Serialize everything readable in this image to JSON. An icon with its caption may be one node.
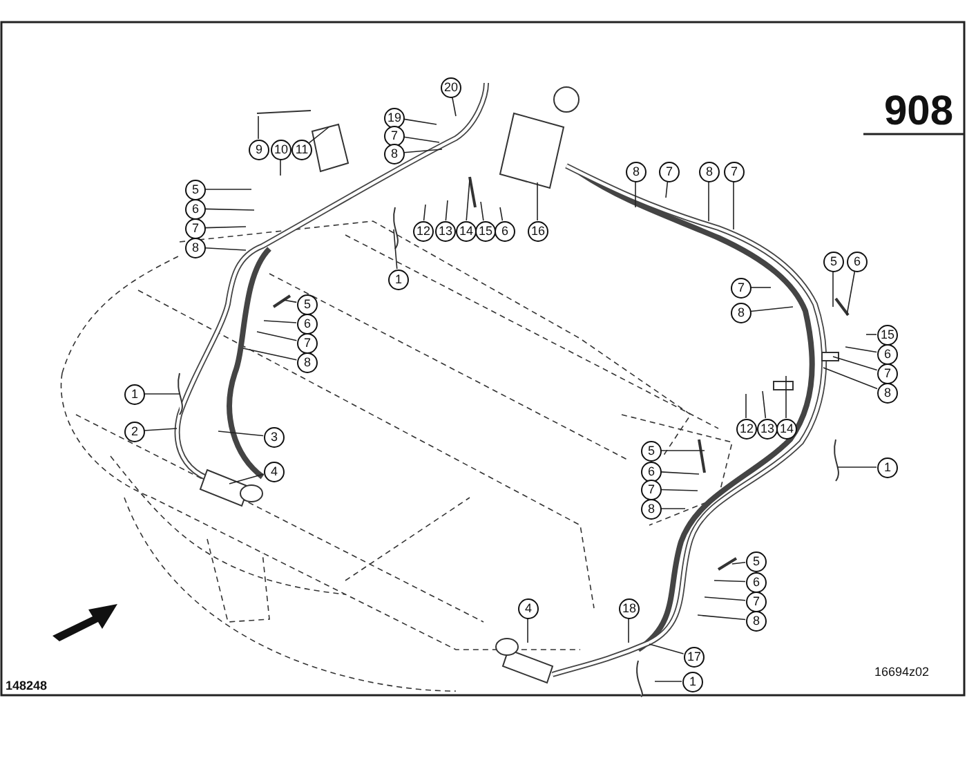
{
  "diagram": {
    "nodes": [
      {
        "text": [
          "20"
        ]
      },
      {
        "text": [
          "19"
        ]
      },
      {
        "text": [
          "7"
        ]
      },
      {
        "text": [
          "8"
        ]
      },
      {
        "text": [
          "9"
        ]
      },
      {
        "text": [
          "10"
        ]
      },
      {
        "text": [
          "11"
        ]
      },
      {
        "text": [
          "5"
        ]
      },
      {
        "text": [
          "6"
        ]
      },
      {
        "text": [
          "7"
        ]
      },
      {
        "text": [
          "8"
        ]
      },
      {
        "text": [
          "12"
        ]
      },
      {
        "text": [
          "13"
        ]
      },
      {
        "text": [
          "14"
        ]
      },
      {
        "text": [
          "15"
        ]
      },
      {
        "text": [
          "6"
        ]
      },
      {
        "text": [
          "16"
        ]
      },
      {
        "text": [
          "8"
        ]
      },
      {
        "text": [
          "7"
        ]
      },
      {
        "text": [
          "8"
        ]
      },
      {
        "text": [
          "7"
        ]
      },
      {
        "text": [
          "5"
        ]
      },
      {
        "text": [
          "6"
        ]
      },
      {
        "text": [
          "1"
        ]
      },
      {
        "text": [
          "7"
        ]
      },
      {
        "text": [
          "8"
        ]
      },
      {
        "text": [
          "5"
        ]
      },
      {
        "text": [
          "6"
        ]
      },
      {
        "text": [
          "7"
        ]
      },
      {
        "text": [
          "8"
        ]
      },
      {
        "text": [
          "15"
        ]
      },
      {
        "text": [
          "6"
        ]
      },
      {
        "text": [
          "7"
        ]
      },
      {
        "text": [
          "8"
        ]
      },
      {
        "text": [
          "1"
        ]
      },
      {
        "text": [
          "12"
        ]
      },
      {
        "text": [
          "13"
        ]
      },
      {
        "text": [
          "14"
        ]
      },
      {
        "text": [
          "2"
        ]
      },
      {
        "text": [
          "3"
        ]
      },
      {
        "text": [
          "5"
        ]
      },
      {
        "text": [
          "1"
        ]
      },
      {
        "text": [
          "4"
        ]
      },
      {
        "text": [
          "6"
        ]
      },
      {
        "text": [
          "7"
        ]
      },
      {
        "text": [
          "8"
        ]
      },
      {
        "text": [
          "5"
        ]
      },
      {
        "text": [
          "6"
        ]
      },
      {
        "text": [
          "7"
        ]
      },
      {
        "text": [
          "4"
        ]
      },
      {
        "text": [
          "18"
        ]
      },
      {
        "text": [
          "8"
        ]
      },
      {
        "text": [
          "17"
        ]
      },
      {
        "text": [
          "1"
        ]
      }
    ],
    "edges": [
      {
        "from": 0,
        "to": null,
        "arrow": "none"
      },
      {
        "from": 1,
        "to": null,
        "arrow": "none"
      },
      {
        "from": 2,
        "to": null,
        "arrow": "none"
      },
      {
        "from": 3,
        "to": null,
        "arrow": "none"
      },
      {
        "from": 4,
        "to": null,
        "arrow": "none"
      },
      {
        "from": 5,
        "to": null,
        "arrow": "none"
      },
      {
        "from": 6,
        "to": null,
        "arrow": "none"
      },
      {
        "from": 7,
        "to": null,
        "arrow": "none"
      },
      {
        "from": 8,
        "to": null,
        "arrow": "none"
      },
      {
        "from": 9,
        "to": null,
        "arrow": "none"
      },
      {
        "from": 10,
        "to": null,
        "arrow": "none"
      },
      {
        "from": 11,
        "to": null,
        "arrow": "none"
      },
      {
        "from": 12,
        "to": null,
        "arrow": "none"
      },
      {
        "from": 13,
        "to": null,
        "arrow": "none"
      },
      {
        "from": 14,
        "to": null,
        "arrow": "none"
      },
      {
        "from": 15,
        "to": null,
        "arrow": "none"
      },
      {
        "from": 16,
        "to": null,
        "arrow": "none"
      },
      {
        "from": 17,
        "to": null,
        "arrow": "none"
      },
      {
        "from": 18,
        "to": null,
        "arrow": "none"
      },
      {
        "from": 19,
        "to": null,
        "arrow": "none"
      },
      {
        "from": 20,
        "to": null,
        "arrow": "none"
      },
      {
        "from": 21,
        "to": null,
        "arrow": "none"
      },
      {
        "from": 22,
        "to": null,
        "arrow": "none"
      },
      {
        "from": 23,
        "to": null,
        "arrow": "none"
      },
      {
        "from": 24,
        "to": null,
        "arrow": "none"
      },
      {
        "from": 25,
        "to": null,
        "arrow": "none"
      },
      {
        "from": 26,
        "to": null,
        "arrow": "none"
      },
      {
        "from": 27,
        "to": null,
        "arrow": "none"
      },
      {
        "from": 28,
        "to": null,
        "arrow": "none"
      },
      {
        "from": 29,
        "to": null,
        "arrow": "none"
      },
      {
        "from": 30,
        "to": null,
        "arrow": "none"
      },
      {
        "from": 31,
        "to": null,
        "arrow": "none"
      },
      {
        "from": 32,
        "to": null,
        "arrow": "none"
      },
      {
        "from": 33,
        "to": null,
        "arrow": "none"
      },
      {
        "from": 34,
        "to": null,
        "arrow": "none"
      },
      {
        "from": 35,
        "to": null,
        "arrow": "none"
      },
      {
        "from": 36,
        "to": null,
        "arrow": "none"
      },
      {
        "from": 37,
        "to": null,
        "arrow": "none"
      },
      {
        "from": 38,
        "to": null,
        "arrow": "none"
      },
      {
        "from": 39,
        "to": null,
        "arrow": "none"
      },
      {
        "from": 40,
        "to": null,
        "arrow": "none"
      },
      {
        "from": 41,
        "to": null,
        "arrow": "none"
      },
      {
        "from": 42,
        "to": null,
        "arrow": "none"
      },
      {
        "from": 43,
        "to": null,
        "arrow": "none"
      },
      {
        "from": 44,
        "to": null,
        "arrow": "none"
      },
      {
        "from": 45,
        "to": null,
        "arrow": "none"
      },
      {
        "from": 46,
        "to": null,
        "arrow": "none"
      },
      {
        "from": 47,
        "to": null,
        "arrow": "none"
      },
      {
        "from": 48,
        "to": null,
        "arrow": "none"
      },
      {
        "from": 49,
        "to": null,
        "arrow": "none"
      },
      {
        "from": 50,
        "to": null,
        "arrow": "none"
      },
      {
        "from": 51,
        "to": null,
        "arrow": "none"
      },
      {
        "from": 52,
        "to": null,
        "arrow": "none"
      },
      {
        "from": 53,
        "to": null,
        "arrow": "none"
      }
    ],
    "labels": [
      "908",
      "16694z02",
      "148248"
    ]
  }
}
